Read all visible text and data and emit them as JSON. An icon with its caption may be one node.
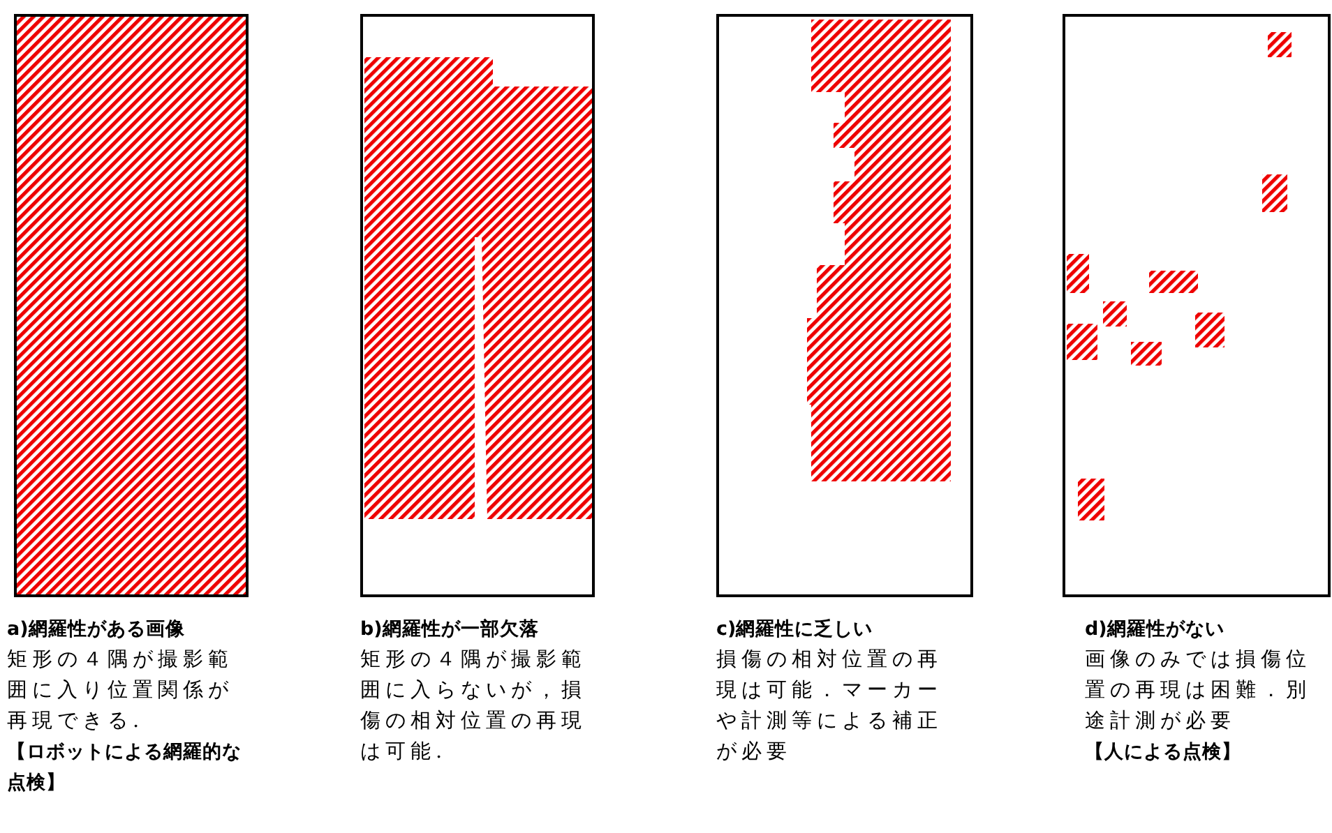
{
  "diagram": {
    "nodes": [
      {
        "text": [
          "a)網羅性がある画像",
          "矩形の４隅が撮影範囲に入り位置関係が再現できる.",
          "【ロボットによる網羅的な点検】"
        ]
      },
      {
        "text": [
          "b)網羅性が一部欠落",
          "矩形の４隅が撮影範囲に入らないが，損傷の相対位置の再現は可能."
        ]
      },
      {
        "text": [
          "c)網羅性に乏しい",
          "損傷の相対位置の再現は可能．マーカーや計測等による補正が必要"
        ]
      },
      {
        "text": [
          "d)網羅性がない",
          "画像のみでは損傷位置の再現は困難．別途計測が必要",
          "【人による点検】"
        ]
      }
    ]
  }
}
